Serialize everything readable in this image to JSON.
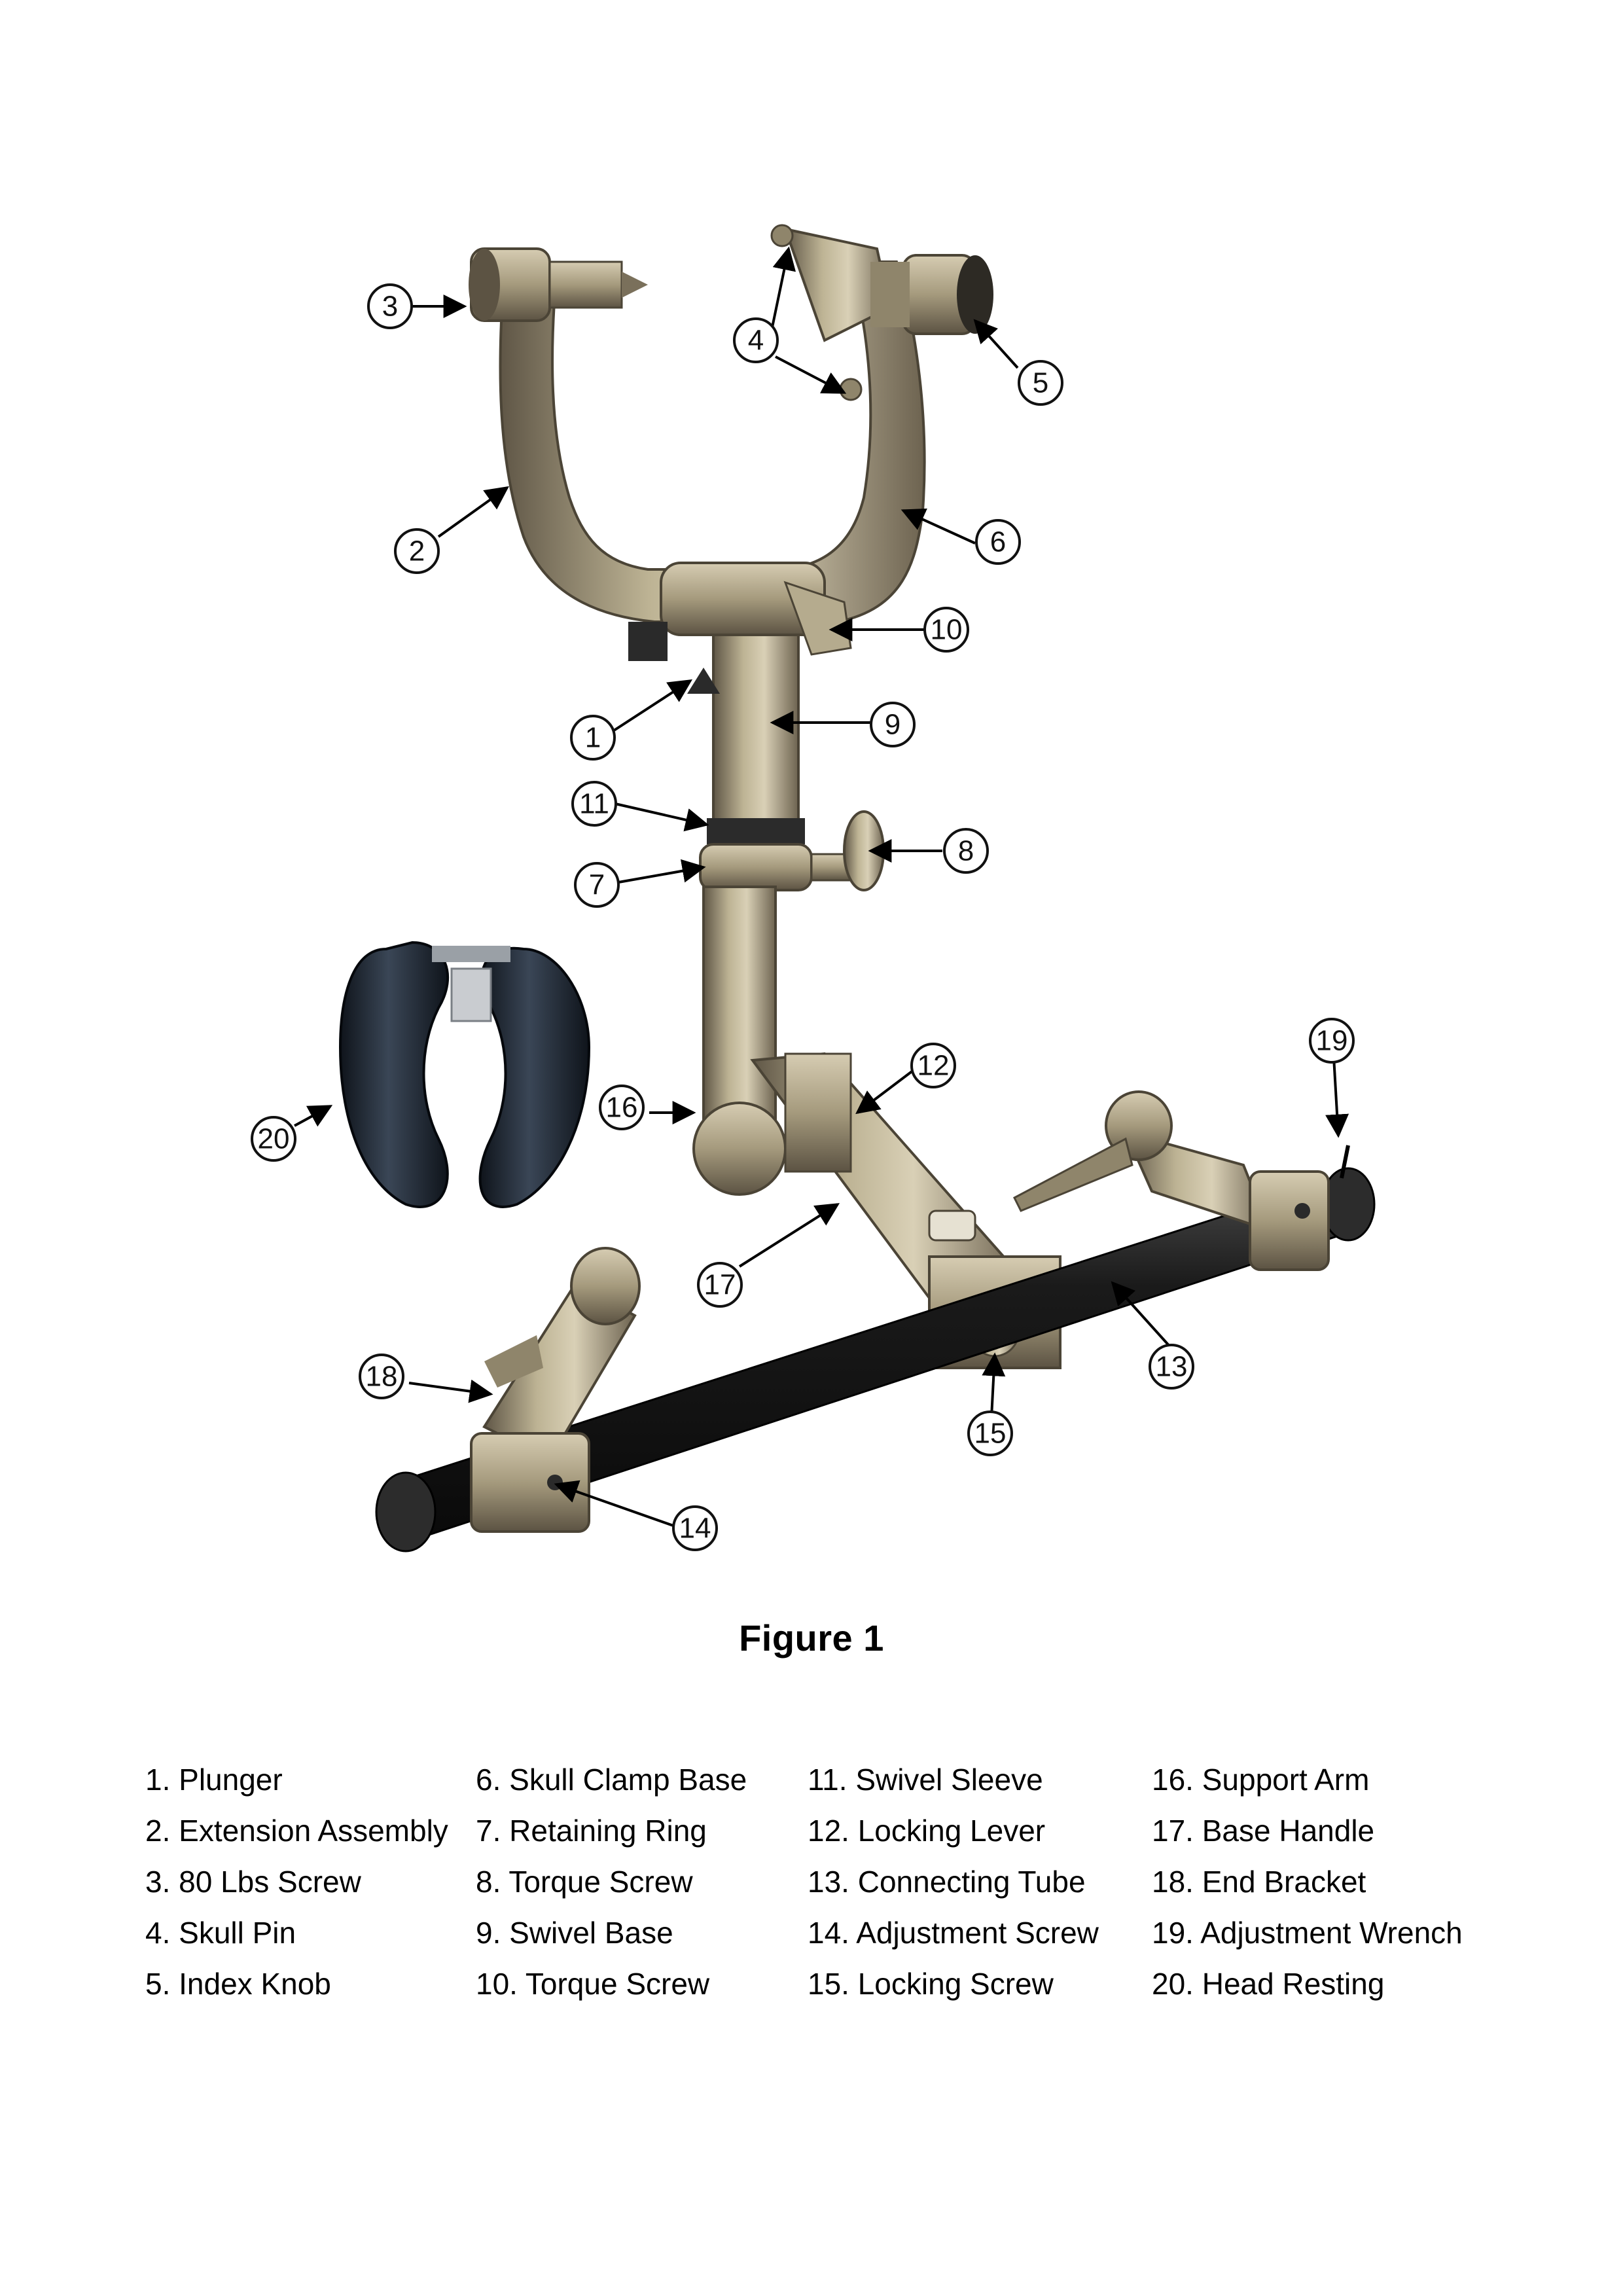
{
  "figure": {
    "caption": "Figure 1",
    "callouts": [
      "1",
      "2",
      "3",
      "4",
      "5",
      "6",
      "7",
      "8",
      "9",
      "10",
      "11",
      "12",
      "13",
      "14",
      "15",
      "16",
      "17",
      "18",
      "19",
      "20"
    ]
  },
  "legend": {
    "columns": [
      [
        "1. Plunger",
        "2. Extension Assembly",
        "3. 80 Lbs Screw",
        "4. Skull Pin",
        "5. Index Knob"
      ],
      [
        "6. Skull Clamp Base",
        "7. Retaining Ring",
        "8. Torque Screw",
        "9. Swivel Base",
        "10. Torque Screw"
      ],
      [
        "11. Swivel Sleeve",
        "12. Locking Lever",
        "13. Connecting Tube",
        "14. Adjustment Screw",
        "15. Locking Screw"
      ],
      [
        "16. Support Arm",
        "17. Base Handle",
        "18. End Bracket",
        "19. Adjustment Wrench",
        "20. Head Resting"
      ]
    ]
  },
  "colors": {
    "metal": "#a69a7c",
    "metal_dark": "#6e6452",
    "metal_light": "#d8cfb6",
    "tube": "#1d1d1d",
    "pad": "#1c2530"
  }
}
